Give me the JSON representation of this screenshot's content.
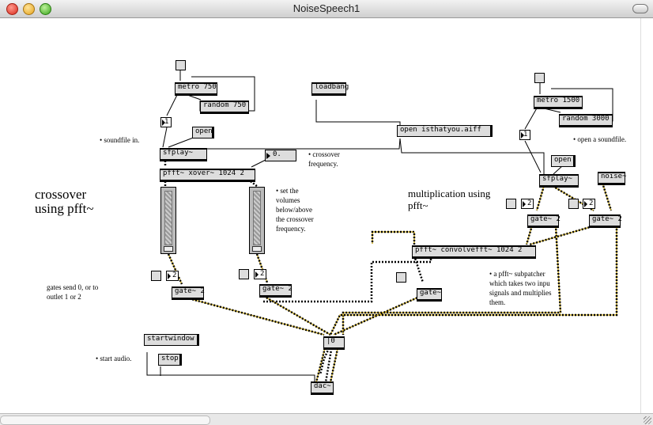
{
  "window": {
    "title": "NoiseSpeech1"
  },
  "objects": {
    "metro1": "metro 750",
    "random1": "random 750",
    "int1": "1",
    "open1": "open",
    "sfplay1": "sfplay~",
    "pfft1": "pfft~ xover~ 1024 2",
    "flonum": "0.",
    "loadbang": "loadbang",
    "openmsg": "open isthatyou.aiff",
    "metro2": "metro 1500",
    "random2": "random 3000",
    "int2": "1",
    "open2": "open",
    "sfplay2": "sfplay~",
    "noise": "noise~",
    "num_g1": "2",
    "num_g2": "2",
    "num_g4": "2",
    "num_g5": "2",
    "gate1": "gate~ 2",
    "gate2": "gate~ 2",
    "gate3": "gate~",
    "gate4": "gate~ 2",
    "gate5": "gate~ 2",
    "pfft2": "pfft~ convolvefft~ 1024 2",
    "dac_in": "|0",
    "startwindow": "startwindow",
    "stop": "stop",
    "dac": "dac~"
  },
  "comments": {
    "soundfile_in": "• soundfile in.",
    "crossover_freq_1": "• crossover",
    "crossover_freq_2": "frequency.",
    "crossover_title_1": "crossover",
    "crossover_title_2": "using pfft~",
    "set_vol_1": "• set the",
    "set_vol_2": "volumes",
    "set_vol_3": "below/above",
    "set_vol_4": "the crossover",
    "set_vol_5": "frequency.",
    "mult_title_1": "multiplication using",
    "mult_title_2": "pfft~",
    "open_soundfile": "• open a soundfile.",
    "gates_1": "gates send 0, or to",
    "gates_2": "outlet 1 or 2",
    "subpatch_1": "• a pfft~ subpatcher",
    "subpatch_2": "which takes two inpu",
    "subpatch_3": "signals and multiplies",
    "subpatch_4": "them.",
    "start_audio": "• start audio."
  },
  "sliders": {
    "left_level": 0.0,
    "right_level": 0.0
  }
}
